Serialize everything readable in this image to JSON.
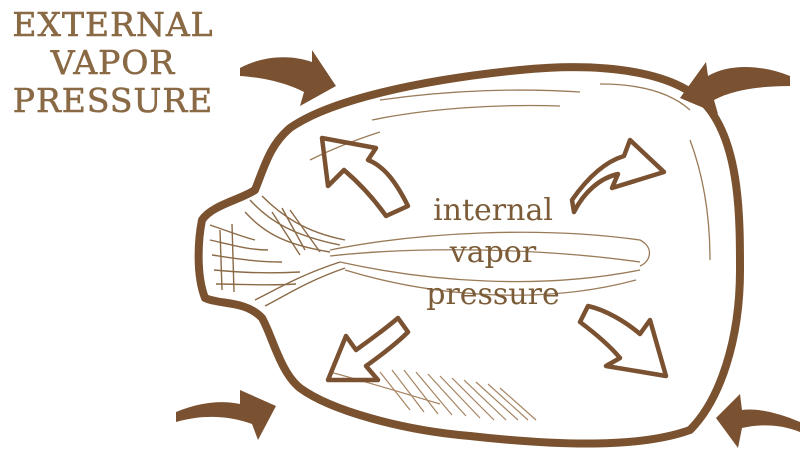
{
  "external_label": {
    "line1": "EXTERNAL",
    "line2": "VAPOR",
    "line3": "PRESSURE"
  },
  "internal_label": {
    "line1": "internal",
    "line2": "vapor",
    "line3": "pressure"
  },
  "colors": {
    "outline": "#7a5230",
    "arrow_fill": "#7a5232",
    "label": "#8a6a45",
    "background": "#ffffff"
  },
  "icons": {
    "external_arrows": [
      "curved-arrow-top-left",
      "curved-arrow-top-right",
      "curved-arrow-bottom-left",
      "curved-arrow-bottom-right"
    ],
    "internal_arrows": [
      "outline-arrow-up-left",
      "outline-arrow-up-right",
      "outline-arrow-down-left",
      "outline-arrow-down-right"
    ]
  }
}
